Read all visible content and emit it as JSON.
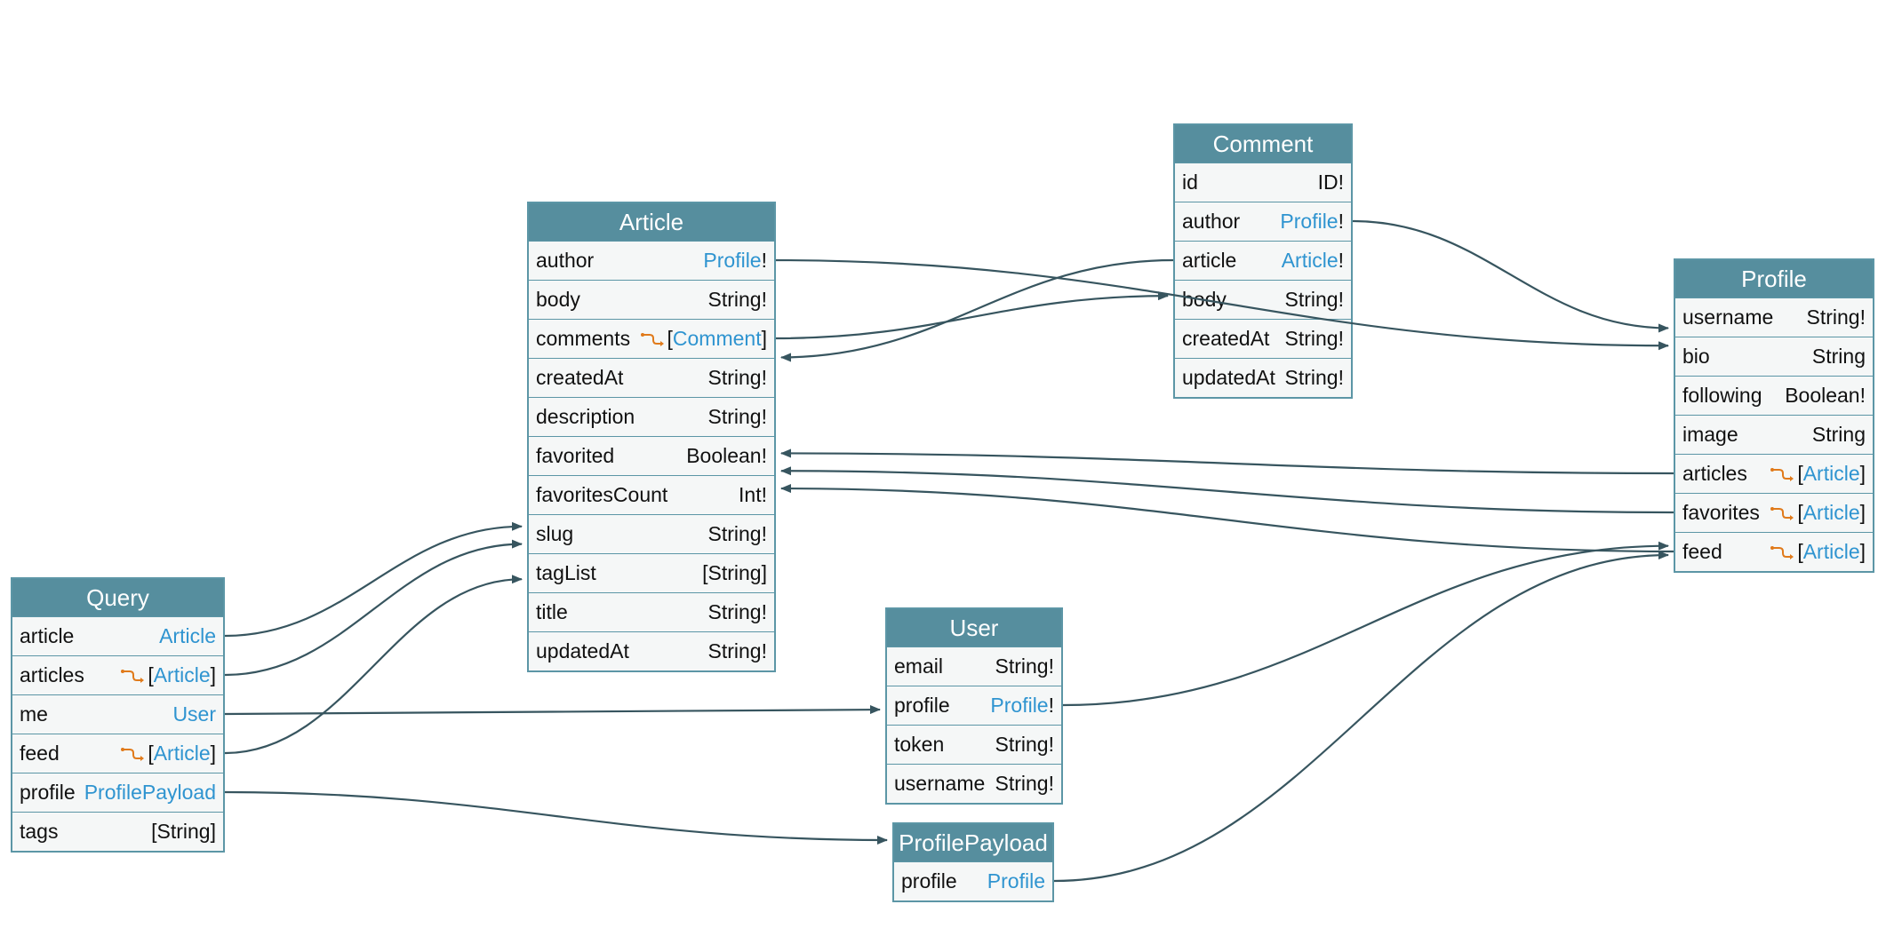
{
  "colors": {
    "header_bg": "#568e9e",
    "border": "#5c96a6",
    "row_bg": "#f5f7f7",
    "type_link": "#2f94d0",
    "edge": "#37555f",
    "connection_icon": "#e07a1a"
  },
  "nodes": [
    {
      "id": "query",
      "title": "Query",
      "fields": [
        {
          "name": "article",
          "type_prefix": "",
          "type_name": "Article",
          "type_suffix": "",
          "link": true,
          "connection": false
        },
        {
          "name": "articles",
          "type_prefix": "[",
          "type_name": "Article",
          "type_suffix": "]",
          "link": true,
          "connection": true
        },
        {
          "name": "me",
          "type_prefix": "",
          "type_name": "User",
          "type_suffix": "",
          "link": true,
          "connection": false
        },
        {
          "name": "feed",
          "type_prefix": "[",
          "type_name": "Article",
          "type_suffix": "]",
          "link": true,
          "connection": true
        },
        {
          "name": "profile",
          "type_prefix": "",
          "type_name": "ProfilePayload",
          "type_suffix": "",
          "link": true,
          "connection": false
        },
        {
          "name": "tags",
          "type_prefix": "",
          "type_name": "[String]",
          "type_suffix": "",
          "link": false,
          "connection": false
        }
      ]
    },
    {
      "id": "article",
      "title": "Article",
      "fields": [
        {
          "name": "author",
          "type_prefix": "",
          "type_name": "Profile",
          "type_suffix": "!",
          "link": true,
          "connection": false
        },
        {
          "name": "body",
          "type_prefix": "",
          "type_name": "String!",
          "type_suffix": "",
          "link": false,
          "connection": false
        },
        {
          "name": "comments",
          "type_prefix": "[",
          "type_name": "Comment",
          "type_suffix": "]",
          "link": true,
          "connection": true
        },
        {
          "name": "createdAt",
          "type_prefix": "",
          "type_name": "String!",
          "type_suffix": "",
          "link": false,
          "connection": false
        },
        {
          "name": "description",
          "type_prefix": "",
          "type_name": "String!",
          "type_suffix": "",
          "link": false,
          "connection": false
        },
        {
          "name": "favorited",
          "type_prefix": "",
          "type_name": "Boolean!",
          "type_suffix": "",
          "link": false,
          "connection": false
        },
        {
          "name": "favoritesCount",
          "type_prefix": "",
          "type_name": "Int!",
          "type_suffix": "",
          "link": false,
          "connection": false
        },
        {
          "name": "slug",
          "type_prefix": "",
          "type_name": "String!",
          "type_suffix": "",
          "link": false,
          "connection": false
        },
        {
          "name": "tagList",
          "type_prefix": "",
          "type_name": "[String]",
          "type_suffix": "",
          "link": false,
          "connection": false
        },
        {
          "name": "title",
          "type_prefix": "",
          "type_name": "String!",
          "type_suffix": "",
          "link": false,
          "connection": false
        },
        {
          "name": "updatedAt",
          "type_prefix": "",
          "type_name": "String!",
          "type_suffix": "",
          "link": false,
          "connection": false
        }
      ]
    },
    {
      "id": "comment",
      "title": "Comment",
      "fields": [
        {
          "name": "id",
          "type_prefix": "",
          "type_name": "ID!",
          "type_suffix": "",
          "link": false,
          "connection": false
        },
        {
          "name": "author",
          "type_prefix": "",
          "type_name": "Profile",
          "type_suffix": "!",
          "link": true,
          "connection": false
        },
        {
          "name": "article",
          "type_prefix": "",
          "type_name": "Article",
          "type_suffix": "!",
          "link": true,
          "connection": false
        },
        {
          "name": "body",
          "type_prefix": "",
          "type_name": "String!",
          "type_suffix": "",
          "link": false,
          "connection": false
        },
        {
          "name": "createdAt",
          "type_prefix": "",
          "type_name": "String!",
          "type_suffix": "",
          "link": false,
          "connection": false
        },
        {
          "name": "updatedAt",
          "type_prefix": "",
          "type_name": "String!",
          "type_suffix": "",
          "link": false,
          "connection": false
        }
      ]
    },
    {
      "id": "user",
      "title": "User",
      "fields": [
        {
          "name": "email",
          "type_prefix": "",
          "type_name": "String!",
          "type_suffix": "",
          "link": false,
          "connection": false
        },
        {
          "name": "profile",
          "type_prefix": "",
          "type_name": "Profile",
          "type_suffix": "!",
          "link": true,
          "connection": false
        },
        {
          "name": "token",
          "type_prefix": "",
          "type_name": "String!",
          "type_suffix": "",
          "link": false,
          "connection": false
        },
        {
          "name": "username",
          "type_prefix": "",
          "type_name": "String!",
          "type_suffix": "",
          "link": false,
          "connection": false
        }
      ]
    },
    {
      "id": "profilepayload",
      "title": "ProfilePayload",
      "fields": [
        {
          "name": "profile",
          "type_prefix": "",
          "type_name": "Profile",
          "type_suffix": "",
          "link": true,
          "connection": false
        }
      ]
    },
    {
      "id": "profile",
      "title": "Profile",
      "fields": [
        {
          "name": "username",
          "type_prefix": "",
          "type_name": "String!",
          "type_suffix": "",
          "link": false,
          "connection": false
        },
        {
          "name": "bio",
          "type_prefix": "",
          "type_name": "String",
          "type_suffix": "",
          "link": false,
          "connection": false
        },
        {
          "name": "following",
          "type_prefix": "",
          "type_name": "Boolean!",
          "type_suffix": "",
          "link": false,
          "connection": false
        },
        {
          "name": "image",
          "type_prefix": "",
          "type_name": "String",
          "type_suffix": "",
          "link": false,
          "connection": false
        },
        {
          "name": "articles",
          "type_prefix": "[",
          "type_name": "Article",
          "type_suffix": "]",
          "link": true,
          "connection": true
        },
        {
          "name": "favorites",
          "type_prefix": "[",
          "type_name": "Article",
          "type_suffix": "]",
          "link": true,
          "connection": true
        },
        {
          "name": "feed",
          "type_prefix": "[",
          "type_name": "Article",
          "type_suffix": "]",
          "link": true,
          "connection": true
        }
      ]
    }
  ],
  "edges": [
    {
      "from": "query.article",
      "to": "article"
    },
    {
      "from": "query.articles",
      "to": "article"
    },
    {
      "from": "query.me",
      "to": "user"
    },
    {
      "from": "query.feed",
      "to": "article"
    },
    {
      "from": "query.profile",
      "to": "profilepayload"
    },
    {
      "from": "article.author",
      "to": "profile"
    },
    {
      "from": "article.comments",
      "to": "comment"
    },
    {
      "from": "comment.author",
      "to": "profile"
    },
    {
      "from": "comment.article",
      "to": "article"
    },
    {
      "from": "user.profile",
      "to": "profile"
    },
    {
      "from": "profilepayload.profile",
      "to": "profile"
    },
    {
      "from": "profile.articles",
      "to": "article"
    },
    {
      "from": "profile.favorites",
      "to": "article"
    },
    {
      "from": "profile.feed",
      "to": "article"
    }
  ]
}
